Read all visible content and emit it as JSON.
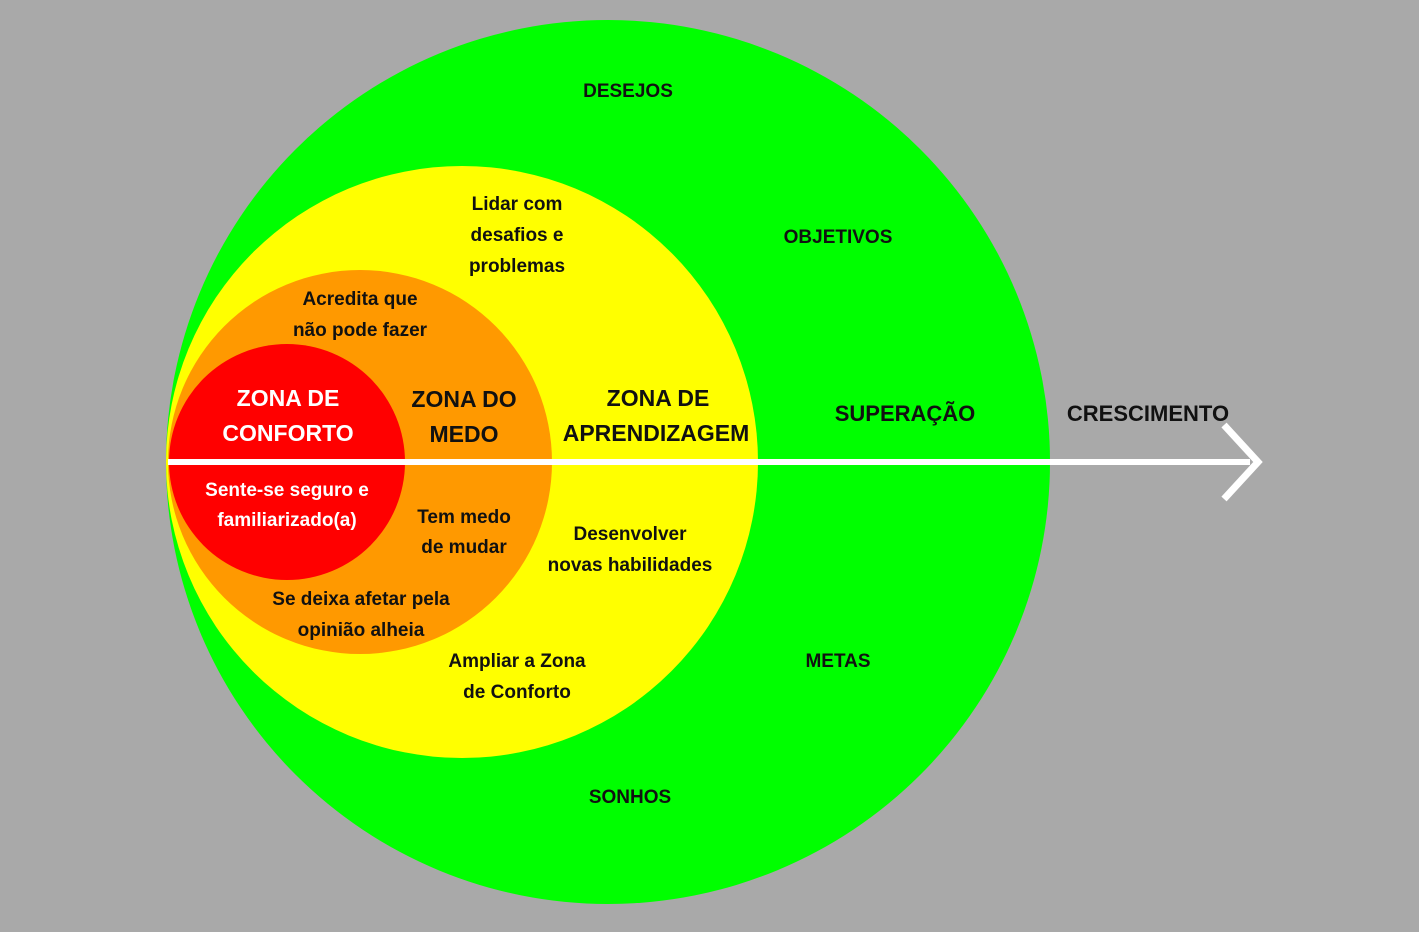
{
  "colors": {
    "background": "#a9a9a9",
    "growth_zone": "#00ff00",
    "learning_zone": "#ffff00",
    "fear_zone": "#ff9900",
    "comfort_zone": "#ff0000",
    "arrow": "#ffffff"
  },
  "comfort_zone": {
    "title_line1": "ZONA DE",
    "title_line2": "CONFORTO",
    "desc_line1": "Sente-se seguro e",
    "desc_line2": "familiarizado(a)"
  },
  "fear_zone": {
    "title_line1": "ZONA DO",
    "title_line2": "MEDO",
    "top_line1": "Acredita que",
    "top_line2": "não pode fazer",
    "mid_line1": "Tem medo",
    "mid_line2": "de mudar",
    "bottom_line1": "Se deixa afetar pela",
    "bottom_line2": "opinião alheia"
  },
  "learning_zone": {
    "title_line1": "ZONA DE",
    "title_line2": "APRENDIZAGEM",
    "top_line1": "Lidar com",
    "top_line2": "desafios e",
    "top_line3": "problemas",
    "mid_line1": "Desenvolver",
    "mid_line2": "novas habilidades",
    "bottom_line1": "Ampliar a Zona",
    "bottom_line2": "de Conforto"
  },
  "growth_zone": {
    "desejos": "DESEJOS",
    "objetivos": "OBJETIVOS",
    "superacao": "SUPERAÇÃO",
    "metas": "METAS",
    "sonhos": "SONHOS"
  },
  "arrow": {
    "label": "CRESCIMENTO"
  }
}
